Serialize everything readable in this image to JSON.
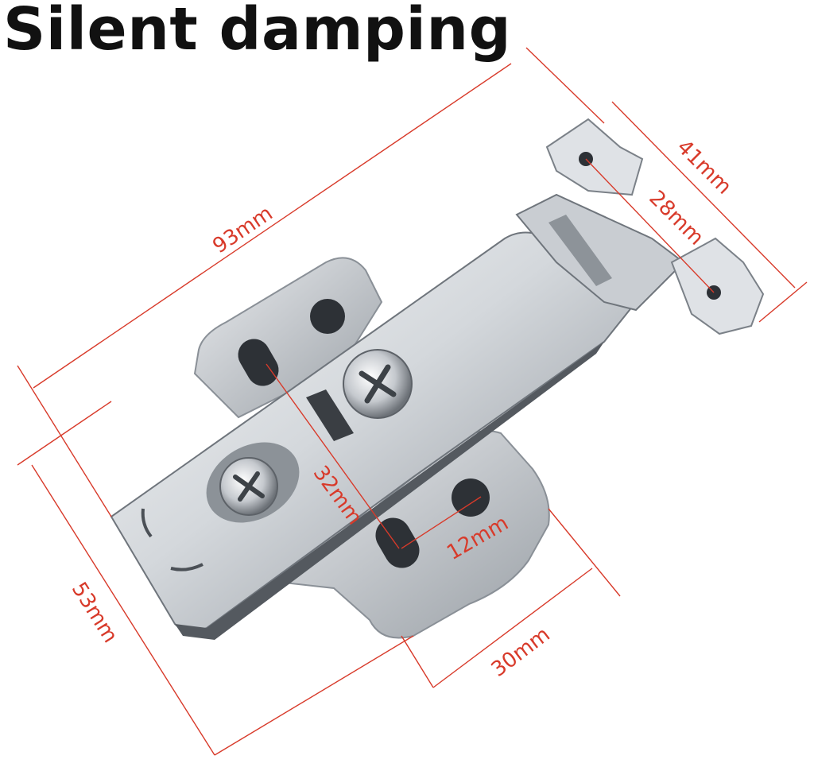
{
  "title": "Silent damping",
  "colors": {
    "dimension_red": "#d83a2a",
    "metal_light": "#eef0f2",
    "metal_mid": "#b9bec4",
    "metal_dark": "#6e747b",
    "metal_shadow": "#3c4046"
  },
  "dimensions": {
    "overall_length": "93mm",
    "plate_width": "53mm",
    "cup_width": "30mm",
    "screw_spacing": "32mm",
    "hole_offset": "12mm",
    "mount_width": "41mm",
    "mount_hole_spacing": "28mm"
  }
}
